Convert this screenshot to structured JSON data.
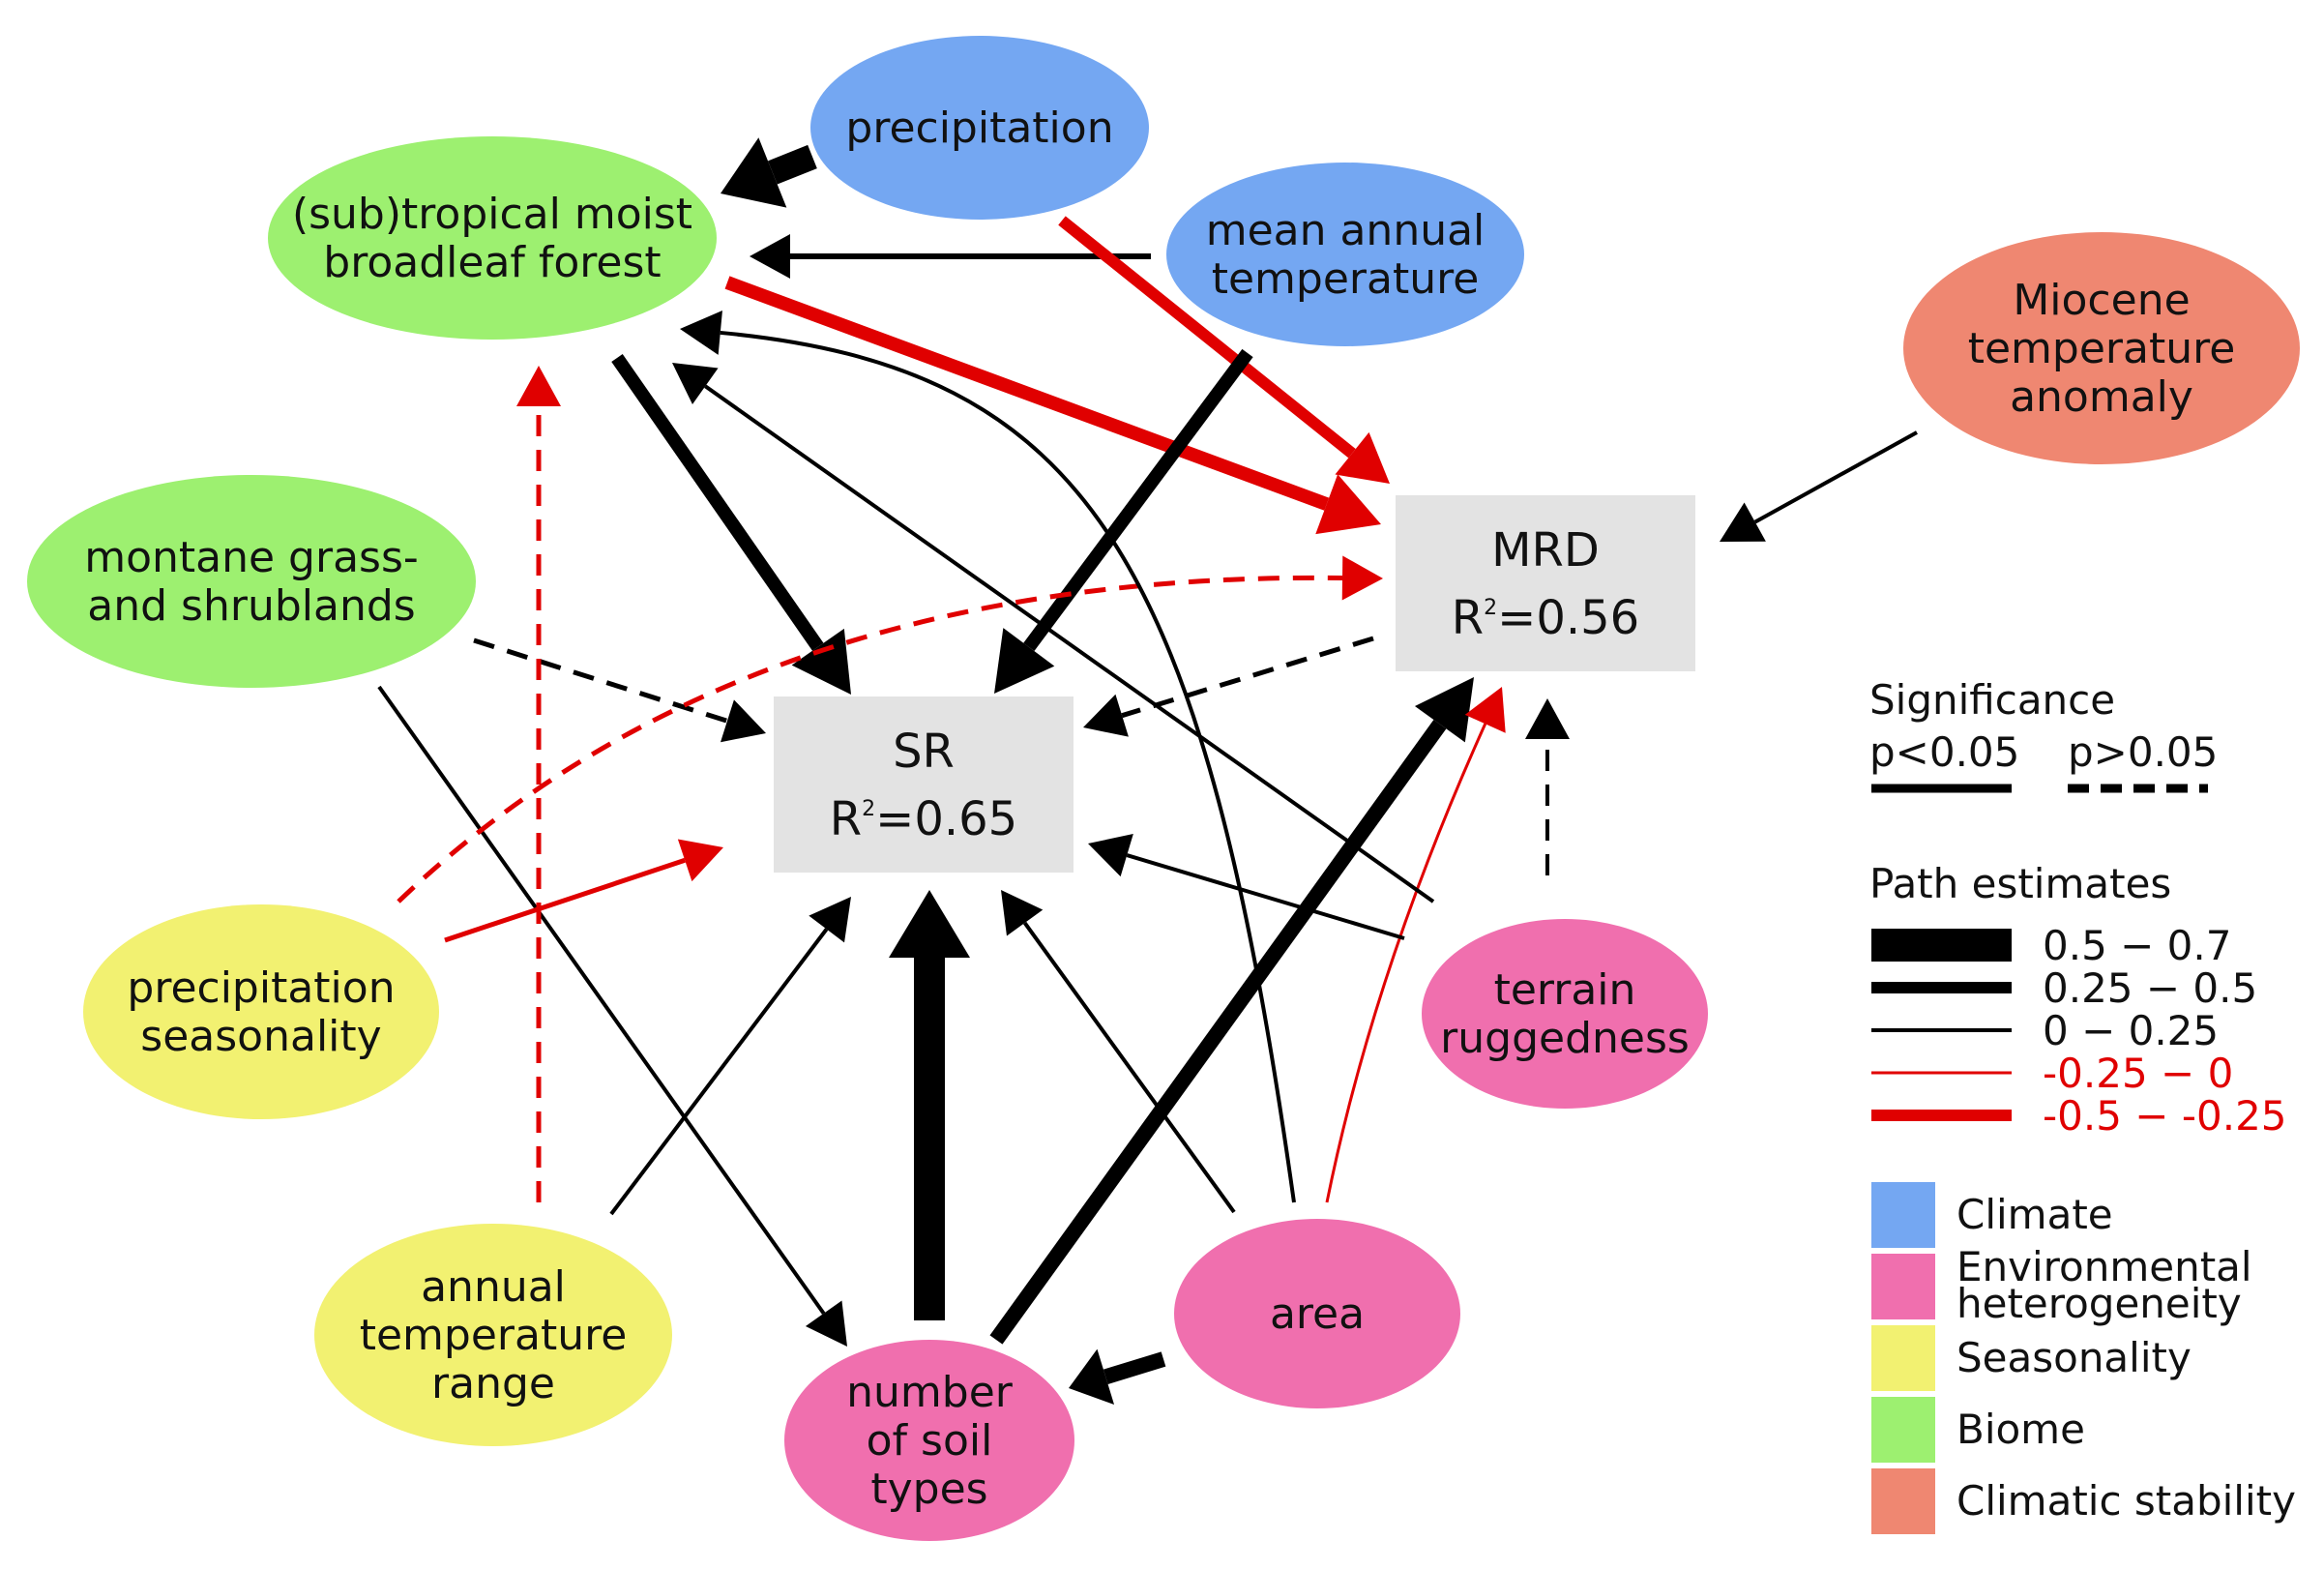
{
  "nodes": {
    "precipitation": {
      "label": [
        "precipitation"
      ],
      "group": "climate"
    },
    "mean_annual_temperature": {
      "label": [
        "mean annual",
        "temperature"
      ],
      "group": "climate"
    },
    "tropical_forest": {
      "label": [
        "(sub)tropical moist",
        "broadleaf forest"
      ],
      "group": "biome"
    },
    "montane_grass": {
      "label": [
        "montane grass-",
        "and shrublands"
      ],
      "group": "biome"
    },
    "miocene": {
      "label": [
        "Miocene",
        "temperature",
        "anomaly"
      ],
      "group": "climatic_stability"
    },
    "precipitation_seasonality": {
      "label": [
        "precipitation",
        "seasonality"
      ],
      "group": "seasonality"
    },
    "annual_temperature_range": {
      "label": [
        "annual",
        "temperature",
        "range"
      ],
      "group": "seasonality"
    },
    "soil_types": {
      "label": [
        "number",
        "of soil",
        "types"
      ],
      "group": "environmental_heterogeneity"
    },
    "area": {
      "label": [
        "area"
      ],
      "group": "environmental_heterogeneity"
    },
    "terrain_ruggedness": {
      "label": [
        "terrain",
        "ruggedness"
      ],
      "group": "environmental_heterogeneity"
    },
    "MRD": {
      "label": [
        "MRD"
      ],
      "r2": "=0.56",
      "group": "response"
    },
    "SR": {
      "label": [
        "SR"
      ],
      "r2": "=0.65",
      "group": "response"
    }
  },
  "colors": {
    "climate": "#74a7f2",
    "biome": "#9df070",
    "climatic_stability": "#ef8771",
    "seasonality": "#f2f171",
    "environmental_heterogeneity": "#f06fae",
    "response": "#e3e3e3",
    "positive": "#000000",
    "negative": "#e00000"
  },
  "edges": [
    {
      "from": "precipitation",
      "to": "tropical_forest",
      "sign": "positive",
      "estimate": "0.5 − 0.7",
      "significant": true
    },
    {
      "from": "mean_annual_temperature",
      "to": "tropical_forest",
      "sign": "positive",
      "estimate": "0 − 0.25",
      "significant": true
    },
    {
      "from": "precipitation",
      "to": "MRD",
      "sign": "negative",
      "estimate": "-0.5 − -0.25",
      "significant": true
    },
    {
      "from": "tropical_forest",
      "to": "MRD",
      "sign": "negative",
      "estimate": "-0.5 − -0.25",
      "significant": true
    },
    {
      "from": "mean_annual_temperature",
      "to": "SR",
      "sign": "positive",
      "estimate": "0.25 − 0.5",
      "significant": true
    },
    {
      "from": "tropical_forest",
      "to": "SR",
      "sign": "positive",
      "estimate": "0.25 − 0.5",
      "significant": true
    },
    {
      "from": "miocene",
      "to": "MRD",
      "sign": "positive",
      "estimate": "0 − 0.25",
      "significant": true
    },
    {
      "from": "montane_grass",
      "to": "SR",
      "sign": "positive",
      "estimate": "0 − 0.25",
      "significant": false
    },
    {
      "from": "montane_grass",
      "to": "soil_types",
      "sign": "positive",
      "estimate": "0 − 0.25",
      "significant": true
    },
    {
      "from": "precipitation_seasonality",
      "to": "MRD",
      "sign": "negative",
      "estimate": "-0.25 − 0",
      "significant": false
    },
    {
      "from": "precipitation_seasonality",
      "to": "SR",
      "sign": "negative",
      "estimate": "-0.25 − 0",
      "significant": true
    },
    {
      "from": "annual_temperature_range",
      "to": "tropical_forest",
      "sign": "negative",
      "estimate": "-0.25 − 0",
      "significant": false
    },
    {
      "from": "annual_temperature_range",
      "to": "SR",
      "sign": "positive",
      "estimate": "0 − 0.25",
      "significant": true
    },
    {
      "from": "soil_types",
      "to": "SR",
      "sign": "positive",
      "estimate": "0.5 − 0.7",
      "significant": true
    },
    {
      "from": "soil_types",
      "to": "MRD",
      "sign": "positive",
      "estimate": "0.25 − 0.5",
      "significant": true
    },
    {
      "from": "area",
      "to": "soil_types",
      "sign": "positive",
      "estimate": "0.25 − 0.5",
      "significant": true
    },
    {
      "from": "area",
      "to": "SR",
      "sign": "positive",
      "estimate": "0 − 0.25",
      "significant": true
    },
    {
      "from": "area",
      "to": "MRD",
      "sign": "negative",
      "estimate": "-0.25 − 0",
      "significant": true
    },
    {
      "from": "area",
      "to": "tropical_forest",
      "sign": "positive",
      "estimate": "0 − 0.25",
      "significant": true
    },
    {
      "from": "terrain_ruggedness",
      "to": "SR",
      "sign": "positive",
      "estimate": "0 − 0.25",
      "significant": true
    },
    {
      "from": "terrain_ruggedness",
      "to": "tropical_forest",
      "sign": "positive",
      "estimate": "0 − 0.25",
      "significant": true
    },
    {
      "from": "terrain_ruggedness",
      "to": "MRD",
      "sign": "positive",
      "estimate": "0 − 0.25",
      "significant": false
    },
    {
      "from": "MRD",
      "to": "SR",
      "sign": "positive",
      "estimate": "0 − 0.25",
      "significant": false
    }
  ],
  "legend": {
    "significance": {
      "title": "Significance",
      "solid": "p<0.05",
      "dashed": "p>0.05"
    },
    "path_estimates": {
      "title": "Path estimates",
      "items": [
        {
          "label": "0.5 − 0.7",
          "sign": "positive"
        },
        {
          "label": "0.25 − 0.5",
          "sign": "positive"
        },
        {
          "label": "0 − 0.25",
          "sign": "positive"
        },
        {
          "label": "-0.25 − 0",
          "sign": "negative"
        },
        {
          "label": "-0.5 − -0.25",
          "sign": "negative"
        }
      ]
    },
    "groups": [
      {
        "label": "Climate",
        "color_key": "climate"
      },
      {
        "label": "Environmental heterogeneity",
        "lines": [
          "Environmental",
          "heterogeneity"
        ],
        "color_key": "environmental_heterogeneity"
      },
      {
        "label": "Seasonality",
        "color_key": "seasonality"
      },
      {
        "label": "Biome",
        "color_key": "biome"
      },
      {
        "label": "Climatic stability",
        "color_key": "climatic_stability"
      }
    ]
  }
}
